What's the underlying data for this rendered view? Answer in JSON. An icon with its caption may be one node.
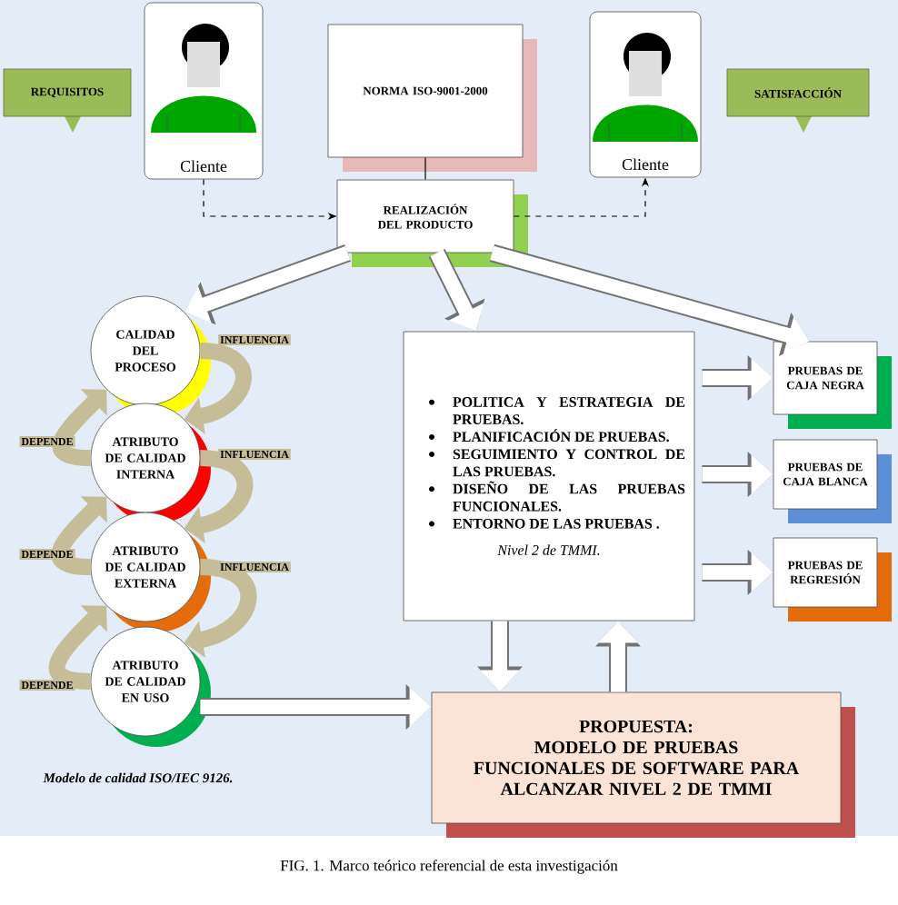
{
  "diagram": {
    "caption": "FIG. 1. Marco teórico referencial de esta investigación",
    "nodes": [
      {
        "text": [
          "REQUISITOS"
        ]
      },
      {
        "text": [
          "Cliente"
        ]
      },
      {
        "text": [
          "NORMA ISO-9001-2000"
        ]
      },
      {
        "text": [
          "SATISFACCIÓN"
        ]
      },
      {
        "text": [
          "Cliente"
        ]
      },
      {
        "text": [
          "REALIZACIÓN DEL PRODUCTO"
        ]
      },
      {
        "text": [
          "CALIDAD DEL PROCESO"
        ]
      },
      {
        "text": [
          "ATRIBUTO DE CALIDAD INTERNA"
        ]
      },
      {
        "text": [
          "ATRIBUTO DE CALIDAD EXTERNA"
        ]
      },
      {
        "text": [
          "ATRIBUTO DE CALIDAD EN USO"
        ]
      },
      {
        "text": [
          "POLITICA Y ESTRATEGIA DE PRUEBAS.",
          "PLANIFICACIÓN DE PRUEBAS.",
          "SEGUIMIENTO Y CONTROL DE LAS PRUEBAS.",
          "DISEÑO DE LAS PRUEBAS FUNCIONALES.",
          "ENTORNO DE LAS PRUEBAS .",
          "Nivel 2 de TMMI."
        ]
      },
      {
        "text": [
          "PRUEBAS DE CAJA NEGRA"
        ]
      },
      {
        "text": [
          "PRUEBAS DE CAJA BLANCA"
        ]
      },
      {
        "text": [
          "PRUEBAS DE REGRESIÓN"
        ]
      },
      {
        "text": [
          "PROPUESTA:",
          "MODELO DE PRUEBAS FUNCIONALES DE SOFTWARE PARA ALCANZAR NIVEL 2 DE TMMI"
        ]
      }
    ],
    "edges": [
      {
        "from": 1,
        "to": 5,
        "arrow": "to",
        "style": "dashed",
        "color": "#000000"
      },
      {
        "from": 5,
        "to": 4,
        "arrow": "to",
        "style": "dashed",
        "color": "#000000"
      },
      {
        "from": 2,
        "to": 5,
        "arrow": "none",
        "color": "#000000"
      },
      {
        "from": 5,
        "to": 6,
        "arrow": "to"
      },
      {
        "from": 5,
        "to": 10,
        "arrow": "to"
      },
      {
        "from": 5,
        "to": 11,
        "arrow": "to"
      },
      {
        "from": 10,
        "to": 11,
        "arrow": "to"
      },
      {
        "from": 10,
        "to": 12,
        "arrow": "to"
      },
      {
        "from": 10,
        "to": 13,
        "arrow": "to"
      },
      {
        "from": 10,
        "to": 14,
        "arrow": "to"
      },
      {
        "from": 14,
        "to": 10,
        "arrow": "to"
      },
      {
        "from": 9,
        "to": 14,
        "arrow": "to"
      },
      {
        "from": 6,
        "to": 7,
        "arrow": "to",
        "label": "INFLUENCIA",
        "color": "#c4bd97"
      },
      {
        "from": 7,
        "to": 8,
        "arrow": "to",
        "label": "INFLUENCIA",
        "color": "#c4bd97"
      },
      {
        "from": 8,
        "to": 9,
        "arrow": "to",
        "label": "INFLUENCIA",
        "color": "#c4bd97"
      },
      {
        "from": 7,
        "to": 6,
        "arrow": "to",
        "label": "DEPENDE",
        "color": "#c4bd97"
      },
      {
        "from": 8,
        "to": 7,
        "arrow": "to",
        "label": "DEPENDE",
        "color": "#c4bd97"
      },
      {
        "from": 9,
        "to": 8,
        "arrow": "to",
        "label": "DEPENDE",
        "color": "#c4bd97"
      }
    ],
    "labels": [
      "Modelo de calidad ISO/IEC 9126."
    ]
  }
}
